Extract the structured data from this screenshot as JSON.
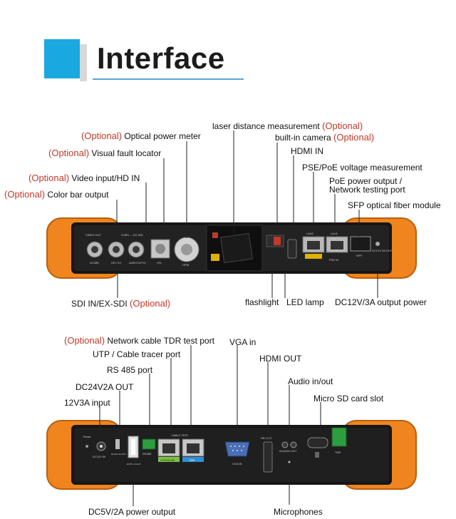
{
  "header": {
    "title": "Interface"
  },
  "optional_tag": "(Optional)",
  "top_panel": {
    "labels": {
      "laser": "laser distance measurement",
      "camera": "built-in camera",
      "optical_power": "Optical power meter",
      "visual_fault": "Visual fault locator",
      "hdmi_in": "HDMI IN",
      "pse": "PSE/PoE voltage measurement",
      "video_input": "Video input/HD IN",
      "poe_output_1": "PoE power output /",
      "poe_output_2": "Network testing port",
      "color_bar": "Color bar output",
      "sfp": "SFP optical fiber module",
      "sdi": "SDI IN/EX-SDI",
      "flashlight": "flashlight",
      "led_lamp": "LED lamp",
      "dc12v": "DC12V/3A output power"
    },
    "device_text": {
      "video_out": "VIDEO OUT",
      "cvbs": "CVBS — EX-SDI",
      "hd_sdi": "HD-SDI",
      "ahd": "AHD/CVI/TVI",
      "vfl": "VFL",
      "opm": "OPM",
      "dcmd": "DC/MD",
      "lan2": "LAN2",
      "lan1": "LAN1",
      "pse_in": "PSE IN",
      "sfp": "SFP",
      "dcout": "DC12V 3A OUT"
    }
  },
  "bottom_panel": {
    "labels": {
      "tdr": "Network cable TDR test port",
      "vga": "VGA in",
      "utp": "UTP / Cable tracer port",
      "hdmi_out": "HDMI OUT",
      "rs485": "RS 485 port",
      "audio": "Audio in/out",
      "dc24": "DC24V2A OUT",
      "microsd": "Micro SD card slot",
      "v12": "12V3A input",
      "dc5v": "DC5V/2A power output",
      "microphones": "Microphones"
    },
    "device_text": {
      "reset": "Reset",
      "dc12vin": "DC12V IN",
      "dc24out": "DC24V 2A OUT",
      "dc5vout": "DC5V 2A OUT",
      "rs485": "RS485",
      "cable_test": "CABLE TEST",
      "utp_scan": "UTP/SCAN",
      "tdr": "TDR",
      "vga_in": "VGA IN",
      "hd_out": "HD OUT",
      "audio": "IN-AUDIO-OUT",
      "tdr2": "TDR"
    }
  },
  "colors": {
    "accent": "#19a8e0",
    "optional": "#c0392b",
    "orange": "#f0841e",
    "device": "#161616"
  }
}
